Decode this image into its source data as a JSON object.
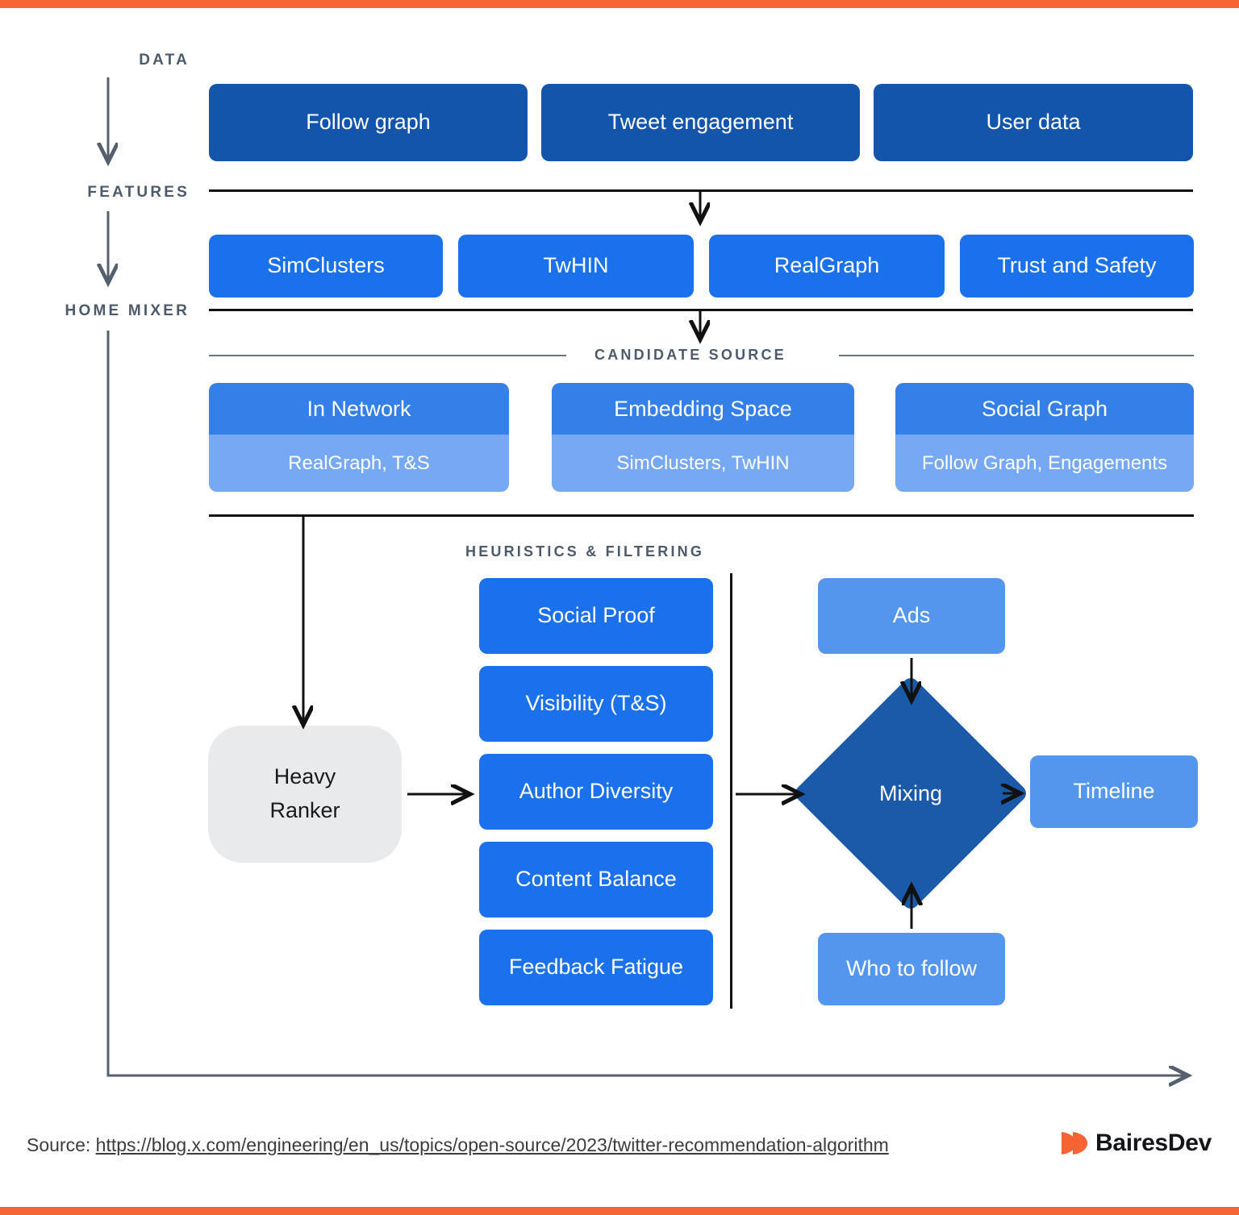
{
  "theme": {
    "accent_orange": "#f76434",
    "blue_dark": "#1455ac",
    "blue_medium": "#1b71ec",
    "blue_light": "#5496ee",
    "blue_card_head": "#3580e8",
    "blue_card_body": "#77a8f3",
    "diamond": "#1b5aa8",
    "grey_box": "#e9eaeb",
    "label_grey": "#4d5a6b"
  },
  "stages": [
    {
      "label": "DATA"
    },
    {
      "label": "FEATURES"
    },
    {
      "label": "HOME MIXER"
    }
  ],
  "data_row": [
    {
      "label": "Follow graph"
    },
    {
      "label": "Tweet engagement"
    },
    {
      "label": "User data"
    }
  ],
  "features_row": [
    {
      "label": "SimClusters"
    },
    {
      "label": "TwHIN"
    },
    {
      "label": "RealGraph"
    },
    {
      "label": "Trust and Safety"
    }
  ],
  "candidate_source": {
    "section_label": "CANDIDATE SOURCE",
    "cards": [
      {
        "title": "In Network",
        "subtitle": "RealGraph, T&S"
      },
      {
        "title": "Embedding Space",
        "subtitle": "SimClusters, TwHIN"
      },
      {
        "title": "Social Graph",
        "subtitle": "Follow Graph, Engagements"
      }
    ]
  },
  "heuristics": {
    "section_label": "HEURISTICS & FILTERING",
    "items": [
      {
        "label": "Social Proof"
      },
      {
        "label": "Visibility (T&S)"
      },
      {
        "label": "Author Diversity"
      },
      {
        "label": "Content Balance"
      },
      {
        "label": "Feedback Fatigue"
      }
    ]
  },
  "ranker": {
    "line1": "Heavy",
    "line2": "Ranker"
  },
  "mixing": {
    "ads": "Ads",
    "node": "Mixing",
    "timeline": "Timeline",
    "who_to_follow": "Who to follow"
  },
  "footer": {
    "source_prefix": "Source:",
    "source_url": "https://blog.x.com/engineering/en_us/topics/open-source/2023/twitter-recommendation-algorithm",
    "brand": "BairesDev"
  }
}
